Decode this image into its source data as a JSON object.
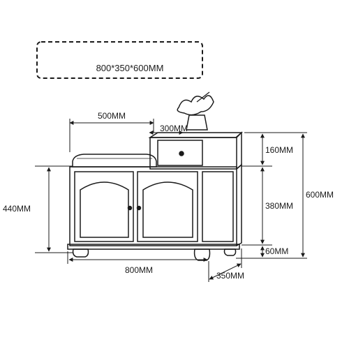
{
  "header": {
    "overall_size": "800*350*600MM"
  },
  "dimensions": {
    "seat_width": "500MM",
    "drawer_width": "300MM",
    "drawer_height": "160MM",
    "cabinet_height": "380MM",
    "leg_height": "60MM",
    "total_height": "600MM",
    "seat_height": "440MM",
    "total_width": "800MM",
    "depth": "350MM"
  },
  "colors": {
    "line": "#1a1a1a",
    "background": "#ffffff"
  }
}
